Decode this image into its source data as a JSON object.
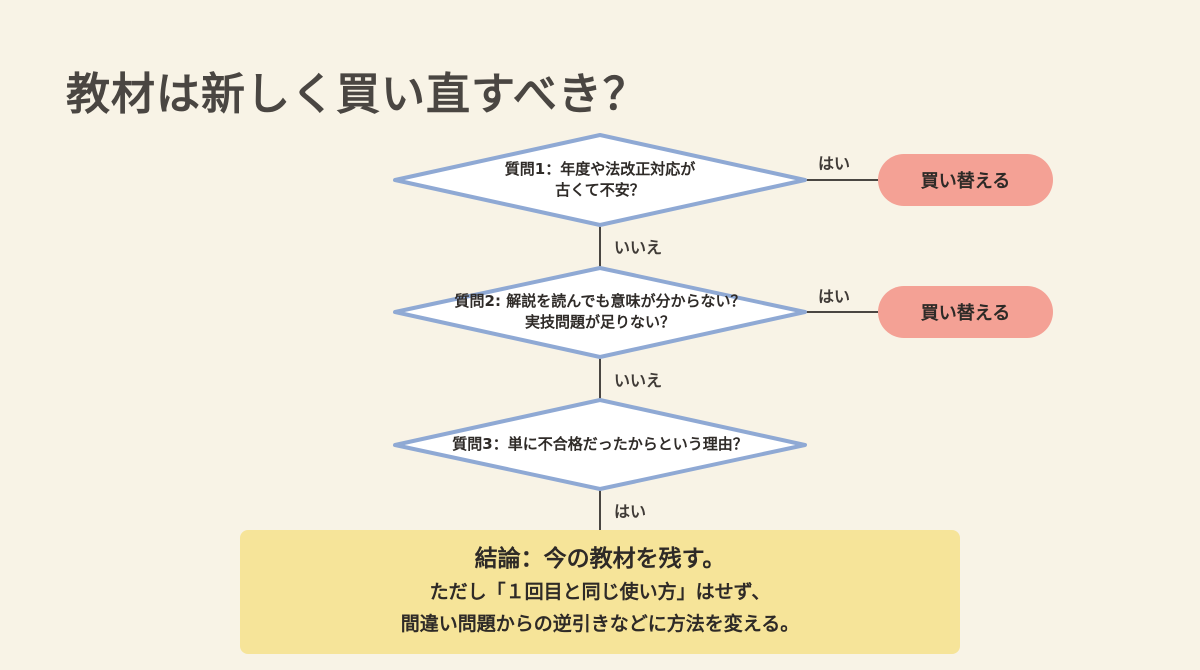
{
  "title": "教材は新しく買い直すべき？",
  "questions": [
    {
      "line1": "質問1：年度や法改正対応が",
      "line2": "古くて不安？"
    },
    {
      "line1": "質問2: 解説を読んでも意味が分からない？",
      "line2": "実技問題が足りない？"
    },
    {
      "line1": "質問3：単に不合格だったからという理由？"
    }
  ],
  "labels": {
    "yes1": "はい",
    "yes2": "はい",
    "no1": "いいえ",
    "no2": "いいえ",
    "yes3": "はい"
  },
  "outcomes": {
    "buy1": "買い替える",
    "buy2": "買い替える"
  },
  "conclusion": {
    "heading": "結論：今の教材を残す。",
    "line1": "ただし「１回目と同じ使い方」はせず、",
    "line2": "間違い問題からの逆引きなどに方法を変える。"
  },
  "colors": {
    "background": "#f8f3e6",
    "diamond_border": "#8fa9d4",
    "pill_fill": "#f4a195",
    "conclusion_fill": "#f6e499",
    "connector": "#4a4642"
  }
}
